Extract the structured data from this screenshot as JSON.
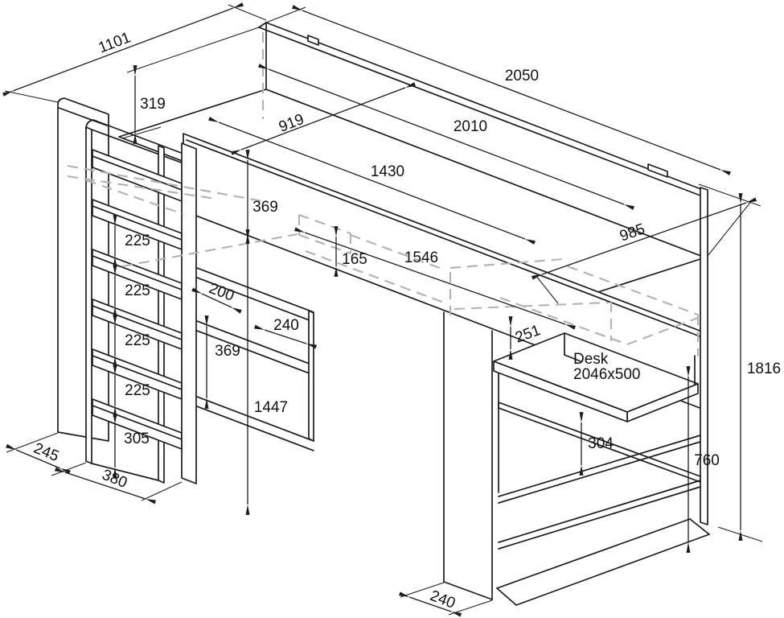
{
  "colors": {
    "line": "#1c1c1c",
    "hidden_line": "#b2b2b2",
    "background": "#ffffff",
    "text": "#111111"
  },
  "desk_label": {
    "title": "Desk",
    "size": "2046x500"
  },
  "dims": {
    "d1101": "1101",
    "d319": "319",
    "d2050": "2050",
    "d919": "919",
    "d2010": "2010",
    "d1430": "1430",
    "d369_rail": "369",
    "d985": "985",
    "d165": "165",
    "d1546": "1546",
    "d200": "200",
    "d240_shelf": "240",
    "d251": "251",
    "d369_shelf": "369",
    "d1447": "1447",
    "d225": "225",
    "d305": "305",
    "d245": "245",
    "d380": "380",
    "d304": "304",
    "d1816": "1816",
    "d760": "760",
    "d240_base": "240"
  }
}
